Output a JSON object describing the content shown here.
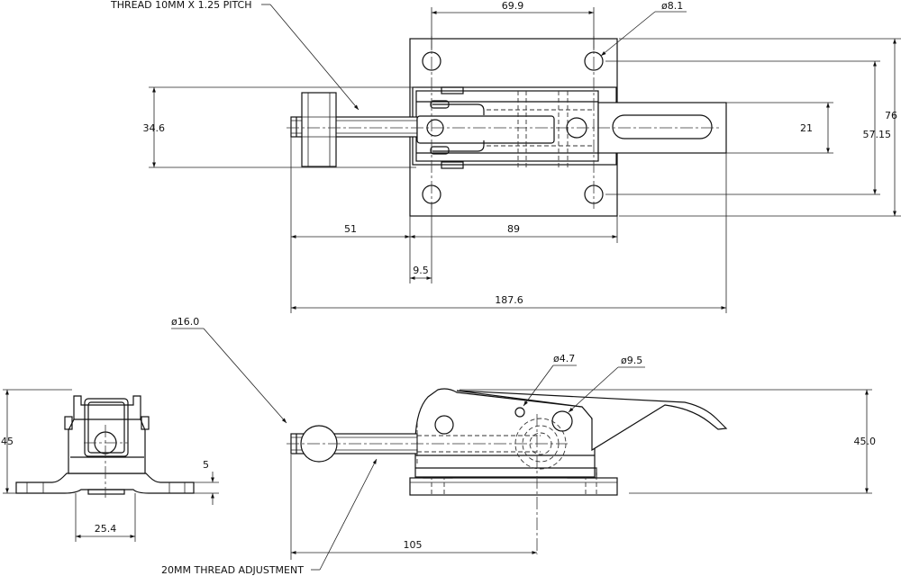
{
  "labels": {
    "thread_10mm": "THREAD 10MM X 1.25 PITCH",
    "thread_20mm": "20MM THREAD ADJUSTMENT",
    "dia_8_1": "ø8.1",
    "dia_16": "ø16.0",
    "dia_4_7": "ø4.7",
    "dia_9_5": "ø9.5"
  },
  "dimensions": {
    "d_69_9": "69.9",
    "d_76": "76",
    "d_57_15": "57.15",
    "d_21": "21",
    "d_34_6": "34.6",
    "d_51": "51",
    "d_89": "89",
    "d_9_5": "9.5",
    "d_187_6": "187.6",
    "d_45": "45",
    "d_5": "5",
    "d_25_4": "25.4",
    "d_105": "105",
    "d_45_0": "45.0"
  }
}
